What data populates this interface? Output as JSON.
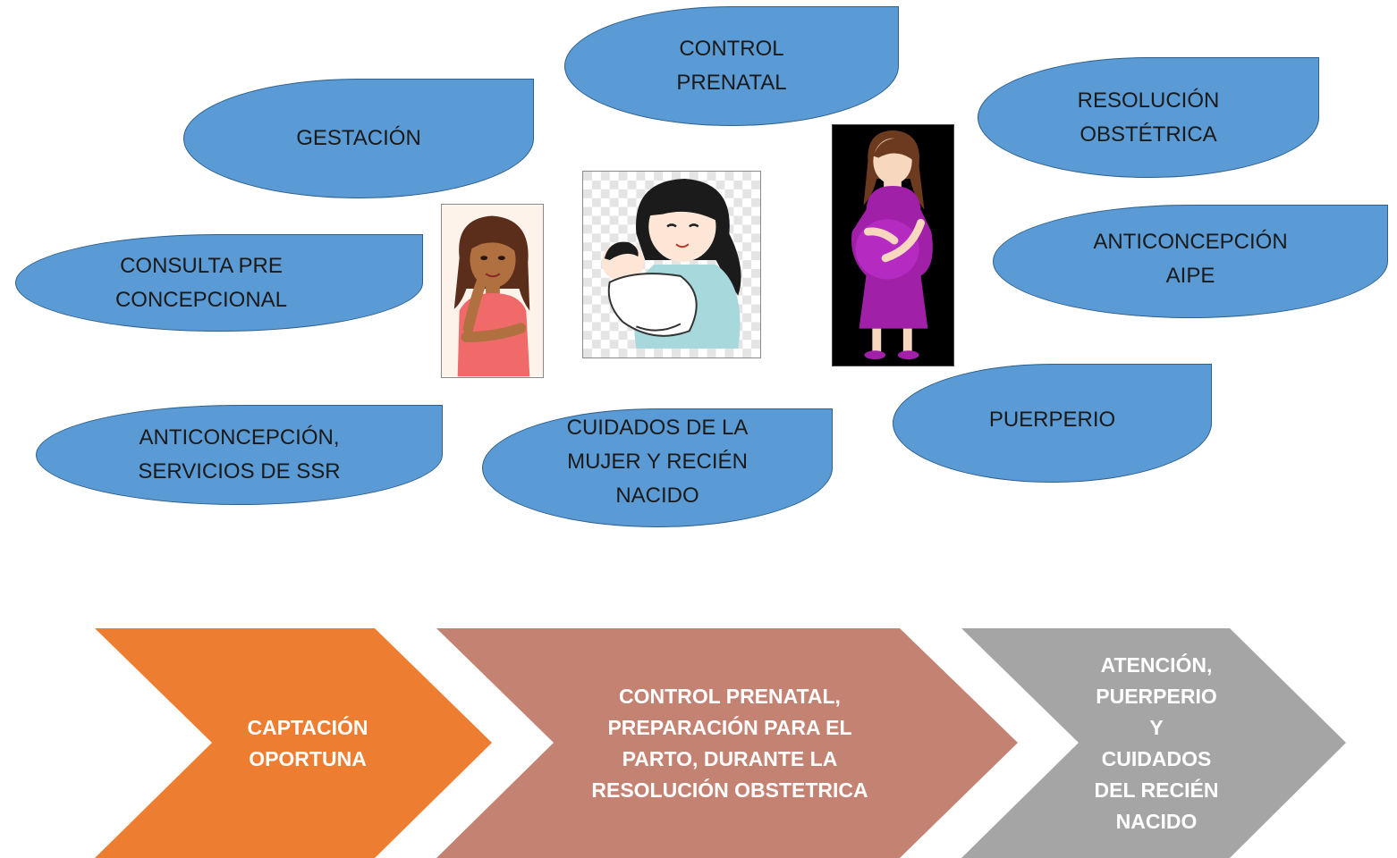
{
  "bubbles": {
    "control_prenatal": "CONTROL\nPRENATAL",
    "gestacion": "GESTACIÓN",
    "resolucion_obstetrica": "RESOLUCIÓN\nOBSTÉTRICA",
    "consulta_pre_concepcional": "CONSULTA PRE\nCONCEPCIONAL",
    "anticoncepcion_aipe": "ANTICONCEPCIÓN\nAIPE",
    "anticoncepcion_ssr": "ANTICONCEPCIÓN,\nSERVICIOS DE SSR",
    "cuidados_mujer_rn": "CUIDADOS  DE LA\nMUJER Y RECIÉN\nNACIDO",
    "puerperio": "PUERPERIO"
  },
  "pictures": {
    "woman_thinking": "woman-thinking-illustration",
    "mother_baby": "mother-holding-baby-illustration",
    "pregnant_woman": "pregnant-woman-illustration"
  },
  "process": [
    {
      "label": "CAPTACIÓN\nOPORTUNA",
      "color": "#ed7d31"
    },
    {
      "label": "CONTROL PRENATAL,\nPREPARACIÓN PARA EL\nPARTO,  DURANTE LA\nRESOLUCIÓN OBSTETRICA",
      "color": "#c48272"
    },
    {
      "label": "ATENCIÓN,\nPUERPERIO\nY\nCUIDADOS\nDEL RECIÉN\nNACIDO",
      "color": "#a5a5a5"
    }
  ],
  "colors": {
    "bubble_fill": "#5b9bd5",
    "bubble_border": "#2e5f8c"
  }
}
